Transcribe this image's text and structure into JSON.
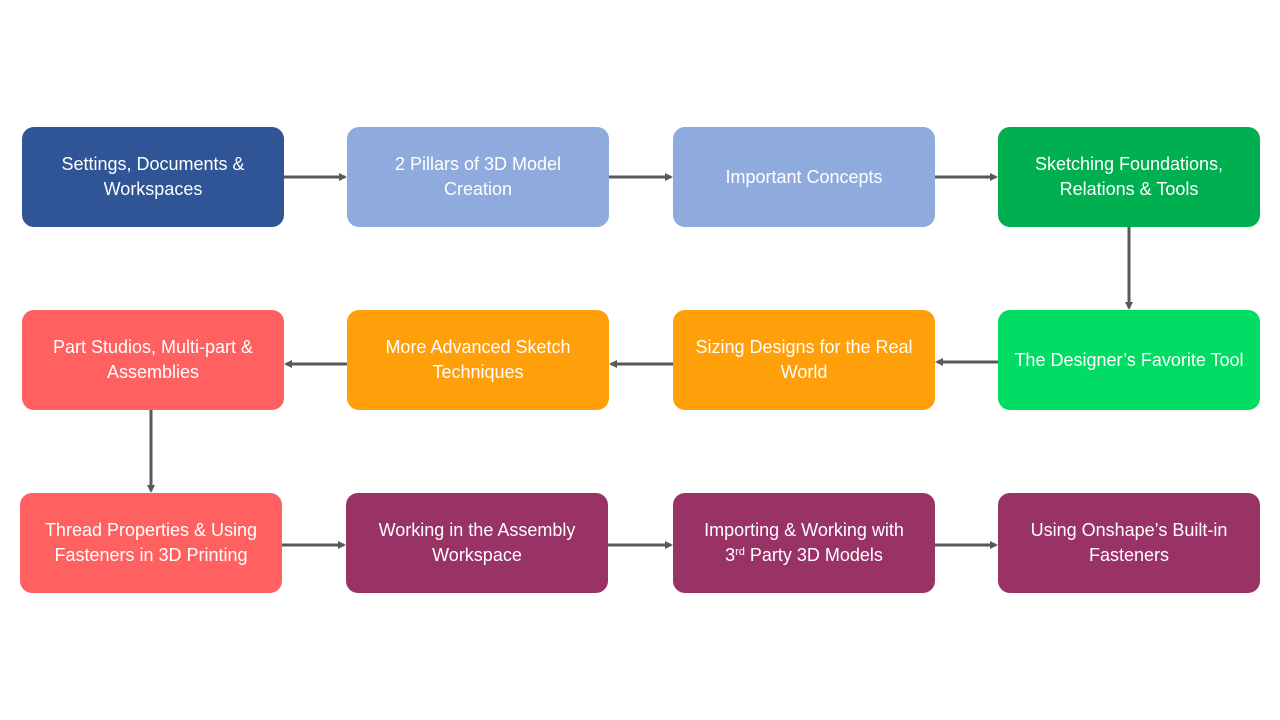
{
  "colors": {
    "dark_blue": "#2f5597",
    "light_blue": "#8faadc",
    "dark_green": "#00b050",
    "bright_green": "#00dc64",
    "orange": "#ffa00a",
    "coral": "#ff6161",
    "plum": "#993366",
    "connector": "#595959"
  },
  "steps": [
    {
      "label": "Settings, Documents & Workspaces",
      "color": "dark_blue"
    },
    {
      "label": "2 Pillars of 3D Model Creation",
      "color": "light_blue"
    },
    {
      "label": "Important Concepts",
      "color": "light_blue"
    },
    {
      "label": "Sketching Foundations, Relations & Tools",
      "color": "dark_green"
    },
    {
      "label": "The Designer’s Favorite Tool",
      "color": "bright_green"
    },
    {
      "label": "Sizing Designs for the Real World",
      "color": "orange"
    },
    {
      "label": "More Advanced Sketch Techniques",
      "color": "orange"
    },
    {
      "label": "Part Studios, Multi-part & Assemblies",
      "color": "coral"
    },
    {
      "label": "Thread Properties & Using Fasteners in 3D Printing",
      "color": "coral"
    },
    {
      "label": "Working in the Assembly Workspace",
      "color": "plum"
    },
    {
      "label_parts": [
        "Importing & Working with",
        "3",
        "rd",
        " Party 3D Models"
      ],
      "color": "plum"
    },
    {
      "label": "Using Onshape’s Built-in Fasteners",
      "color": "plum"
    }
  ],
  "connectors": [
    {
      "from": 1,
      "to": 2
    },
    {
      "from": 2,
      "to": 3
    },
    {
      "from": 3,
      "to": 4
    },
    {
      "from": 4,
      "to": 5
    },
    {
      "from": 5,
      "to": 6
    },
    {
      "from": 6,
      "to": 7
    },
    {
      "from": 7,
      "to": 8
    },
    {
      "from": 8,
      "to": 9
    },
    {
      "from": 9,
      "to": 10
    },
    {
      "from": 10,
      "to": 11
    },
    {
      "from": 11,
      "to": 12
    }
  ]
}
